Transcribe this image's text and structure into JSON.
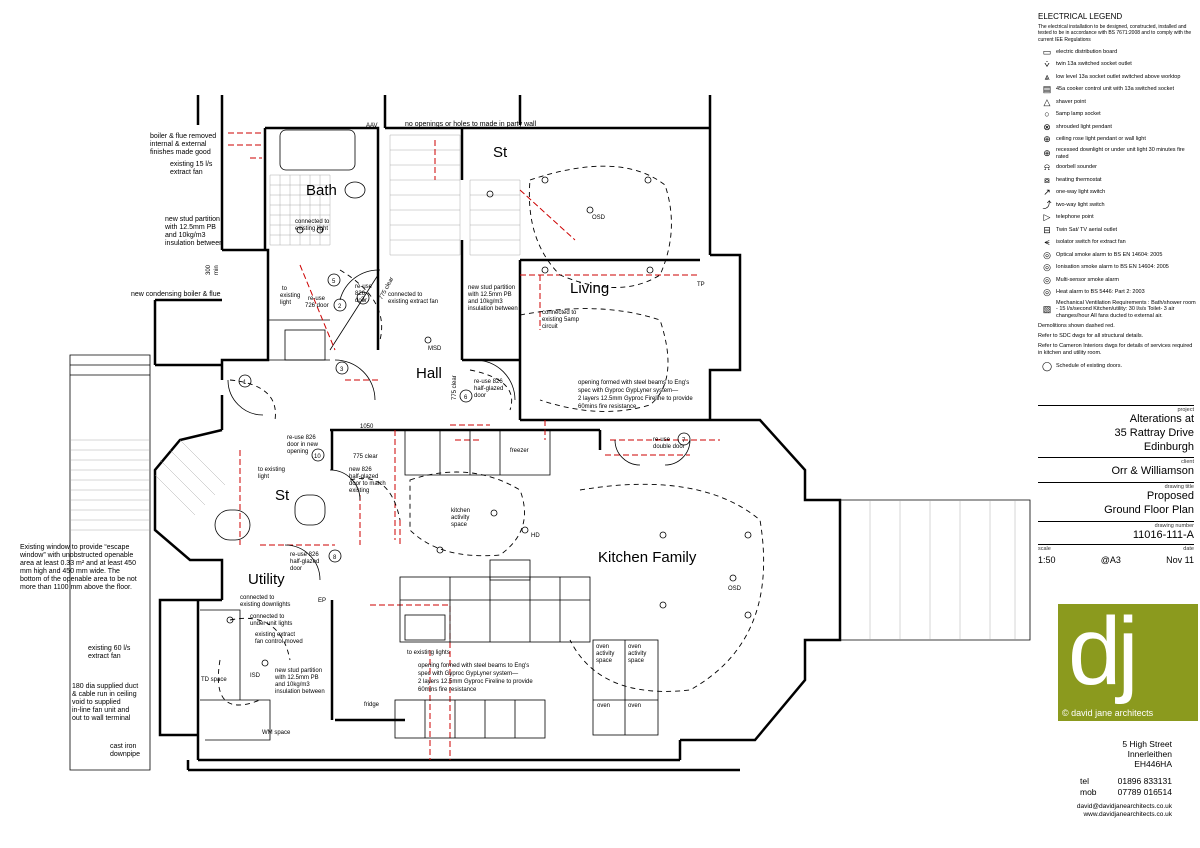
{
  "rooms": {
    "bath": "Bath",
    "st_top": "St",
    "living": "Living",
    "hall": "Hall",
    "st_left": "St",
    "utility": "Utility",
    "kitchen": "Kitchen Family"
  },
  "notes": {
    "party_wall": "no openings or holes to made in party wall",
    "aav": "AAV",
    "boiler_flue": [
      "boiler & flue removed",
      "internal & external",
      "finishes made good"
    ],
    "extract15": [
      "existing 15 l/s",
      "extract fan"
    ],
    "stud_top": [
      "new stud partition",
      "with 12.5mm PB",
      "and 10kg/m3",
      "insulation between"
    ],
    "conn_light": [
      "connected to",
      "existing light"
    ],
    "dim300": "300",
    "min": "min",
    "condensing": "new condensing boiler & flue",
    "to_light": [
      "to",
      "existing",
      "light"
    ],
    "reuse726": [
      "re-use",
      "726 door"
    ],
    "reuse826a": [
      "re-use",
      "826",
      "door"
    ],
    "clear775a": "775 clear",
    "conn_extract": [
      "connected to",
      "existing extract fan"
    ],
    "stud_hall": [
      "new stud partition",
      "with 12.5mm PB",
      "and 10kg/m3",
      "insulation between"
    ],
    "msd": "MSD",
    "osd": "OSD",
    "tp": "TP",
    "conn_5amp": [
      "connected to",
      "existing 5amp",
      "circuit"
    ],
    "clear775b": "775 clear",
    "reuse826hg": [
      "re-use 826",
      "half-glazed",
      "door"
    ],
    "beams_top": [
      "opening formed with steel beams to Eng's",
      "spec with Gyproc GypLyner system—",
      "2 layers 12.5mm Gyproc Fireline to provide",
      "60mins fire resistance"
    ],
    "dim1050": "1050",
    "clear775c": "775 clear",
    "reuse826new": [
      "re-use 826",
      "door in new",
      "opening"
    ],
    "to_exist_light": [
      "to existing",
      "light"
    ],
    "new826": [
      "new 826",
      "half-glazed",
      "door to match",
      "existing"
    ],
    "freezer": "freezer",
    "reuse826dbl": [
      "re-use",
      "double door"
    ],
    "activity": [
      "kitchen",
      "activity",
      "space"
    ],
    "hd": "HD",
    "escape": [
      "Existing window to provide “escape",
      "window” with unobstructed openable",
      "area at least 0.33 m² and at least 450",
      "mm high and 450 mm wide.  The",
      "bottom of the openable area to be not",
      "more than 1100 mm above the floor."
    ],
    "reuse826utl": [
      "re-use 826",
      "half-glazed",
      "door"
    ],
    "conn_downlights": [
      "connected to",
      "existing downlights"
    ],
    "conn_underunit": [
      "connected to",
      "under unit lights"
    ],
    "ext_fan_ctrl": [
      "existing extract",
      "fan control moved"
    ],
    "ep": "EP",
    "extract60": [
      "existing 60 l/s",
      "extract fan"
    ],
    "duct180": [
      "180 dia supplied duct",
      "& cable run in ceiling",
      "void to supplied",
      "in-line fan unit and",
      "out to wall terminal"
    ],
    "td": "TD space",
    "isd": "ISD",
    "stud_utl": [
      "new stud partition",
      "with 12.5mm PB",
      "and 10kg/m3",
      "insulation between"
    ],
    "fridge": "fridge",
    "wm": "WM space",
    "downpipe": [
      "cast iron",
      "downpipe"
    ],
    "to_exist_lights": "to existing lights",
    "beams_bottom": [
      "opening formed with steel beams to Eng's",
      "spec with Gyproc GypLyner system—",
      "2 layers 12.5mm Gyproc Fireline to provide",
      "60mins fire resistance"
    ],
    "oven_activity": [
      "oven",
      "activity",
      "space"
    ],
    "oven": "oven"
  },
  "door_markers": [
    "1",
    "2",
    "3",
    "3",
    "5",
    "6",
    "7",
    "8",
    "10"
  ],
  "legend": {
    "title": "ELECTRICAL LEGEND",
    "intro": "The electrical installation to be designed, constructed, installed and tested to be in accordance with BS 7671:2008 and to comply with the current IEE Regulations",
    "items": [
      {
        "icon": "distribution-board",
        "glyph": "▭",
        "text": "electric distribution board"
      },
      {
        "icon": "twin-socket",
        "glyph": "⩒",
        "text": "twin 13a switched socket outlet"
      },
      {
        "icon": "low-socket",
        "glyph": "⩓",
        "text": "low level 13a socket outlet switched above worktop"
      },
      {
        "icon": "cooker-control",
        "glyph": "▤",
        "text": "45a cooker control unit with 13a switched socket"
      },
      {
        "icon": "shaver-point",
        "glyph": "△",
        "text": "shaver point"
      },
      {
        "icon": "lamp-socket",
        "glyph": "○",
        "text": "5amp lamp socket"
      },
      {
        "icon": "shrouded-pendant",
        "glyph": "⊗",
        "text": "shrouded light pendant"
      },
      {
        "icon": "ceiling-rose",
        "glyph": "⊕",
        "text": "ceiling rose light pendant or wall light"
      },
      {
        "icon": "downlight",
        "glyph": "⊕",
        "text": "recessed downlight or under unit light 30 minutes fire rated"
      },
      {
        "icon": "doorbell",
        "glyph": "⍾",
        "text": "doorbell sounder"
      },
      {
        "icon": "thermostat",
        "glyph": "⧇",
        "text": "heating thermostat"
      },
      {
        "icon": "one-way-switch",
        "glyph": "↗",
        "text": "one-way light switch"
      },
      {
        "icon": "two-way-switch",
        "glyph": "⤴",
        "text": "two-way light switch"
      },
      {
        "icon": "telephone-point",
        "glyph": "▷",
        "text": "telephone point"
      },
      {
        "icon": "tv-outlet",
        "glyph": "⊟",
        "text": "Twin Sat/ TV aerial outlet"
      },
      {
        "icon": "isolator-switch",
        "glyph": "⪪",
        "text": "isolator switch for extract fan"
      },
      {
        "icon": "optical-smoke",
        "glyph": "◎",
        "text": "Optical smoke alarm to BS EN 14604: 2005"
      },
      {
        "icon": "ionisation-smoke",
        "glyph": "◎",
        "text": "Ionisation smoke alarm to BS EN 14604: 2005"
      },
      {
        "icon": "multi-sensor",
        "glyph": "◎",
        "text": "Multi-sensor smoke alarm"
      },
      {
        "icon": "heat-alarm",
        "glyph": "◎",
        "text": "Heat alarm to BS 5446: Part 2: 2003"
      },
      {
        "icon": "mech-ventilation",
        "glyph": "▧",
        "text": "Mechanical Ventilation Requirements : Bath/shower room - 15 l/s/second Kitchen/utility: 30 l/s/s Toilet- 3 air changes/hour All fans ducted to external air."
      }
    ],
    "notes": [
      "Demolitions shown dashed red.",
      "Refer to SDC dwgs for all structural details.",
      "Refer to Cameron Interiors dwgs for details of services required in kitchen and utility room."
    ],
    "schedule": "Schedule of existing doors."
  },
  "titleblock": {
    "project_label": "project",
    "project": [
      "Alterations at",
      "35 Rattray Drive",
      "Edinburgh"
    ],
    "client_label": "client",
    "client": "Orr & Williamson",
    "title_label": "drawing title",
    "title": [
      "Proposed",
      "Ground Floor Plan"
    ],
    "number_label": "drawing number",
    "number": "11016-111-A",
    "scale_label": "scale",
    "scale": "1:50",
    "sheet": "@A3",
    "date_label": "date",
    "date": "Nov 11"
  },
  "logo": {
    "text": "dj",
    "credit": "© david jane architects"
  },
  "address": [
    "5 High Street",
    "Innerleithen",
    "EH446HA"
  ],
  "contact": {
    "tel_label": "tel",
    "tel": "01896 833131",
    "mob_label": "mob",
    "mob": "07789 016514"
  },
  "web": [
    "david@davidjanearchitects.co.uk",
    "www.davidjanearchitects.co.uk"
  ],
  "colors": {
    "demolition": "#cc0000",
    "brand": "#8b9a1e"
  }
}
